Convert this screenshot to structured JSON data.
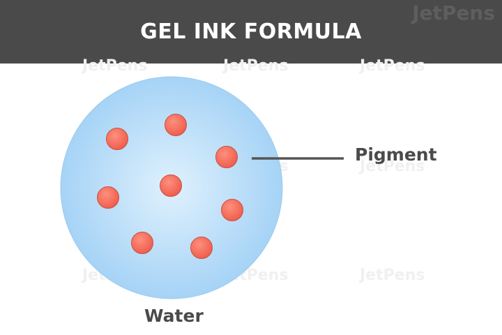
{
  "header": {
    "title": "GEL INK FORMULA",
    "brand": "JetPens"
  },
  "watermark": "JetPens",
  "diagram": {
    "labels": {
      "pigment": "Pigment",
      "water": "Water"
    },
    "colors": {
      "header_bg": "#4a4a4a",
      "water_center": "#dff1fd",
      "water_edge": "#a6d3f6",
      "pigment_fill": "#f46a59",
      "pigment_stroke": "#c85040",
      "leader_line": "#555555"
    },
    "pigment_particle_count": 8
  }
}
